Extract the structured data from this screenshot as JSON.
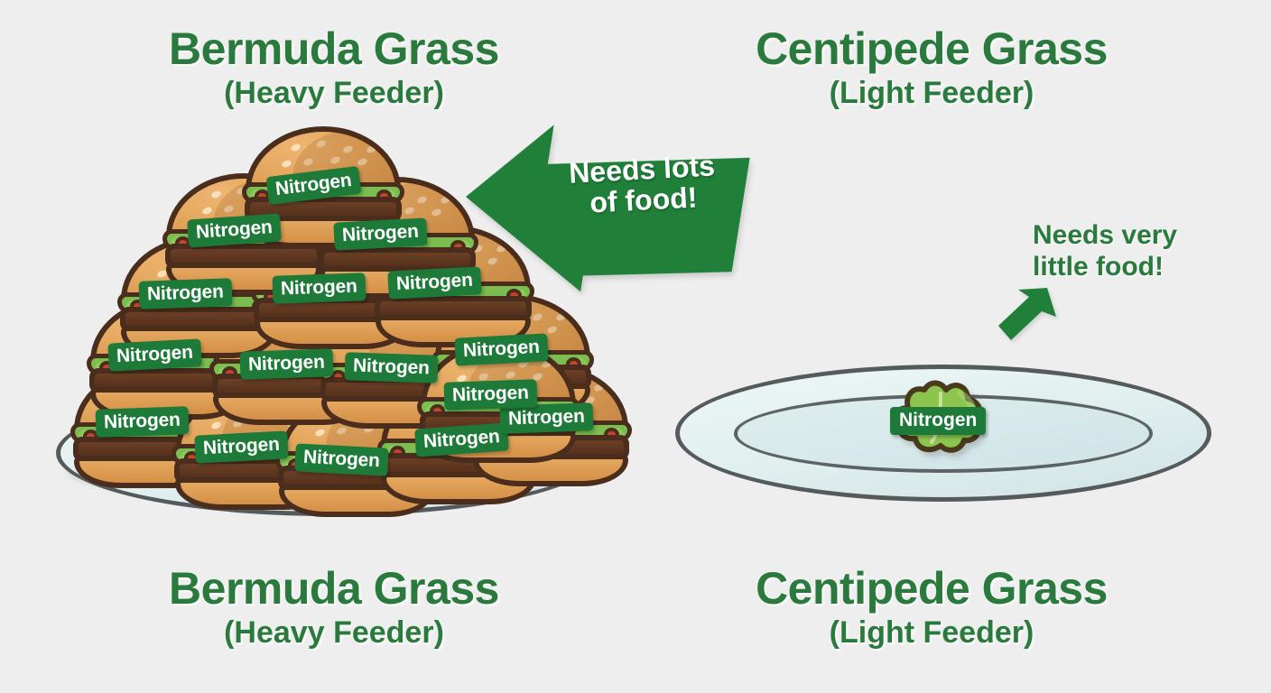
{
  "background_color": "#eeeeee",
  "colors": {
    "heading_green": "#2b7a3d",
    "arrow_green": "#1f7a38",
    "badge_green": "#1e7a38",
    "bun": "#e5a85f",
    "outline_brown": "#4a2d1c",
    "plate_fill": "#dfeeee",
    "plate_rim": "#555b5d"
  },
  "left_panel": {
    "title": {
      "main": "Bermuda Grass",
      "sub": "(Heavy Feeder)"
    },
    "footer": {
      "main": "Bermuda Grass",
      "sub": "(Heavy Feeder)"
    },
    "callout": {
      "line1": "Needs lots",
      "line2": "of food!",
      "arrow_direction": "left"
    },
    "plate_contents": "pile-of-burgers",
    "burger_count": 16,
    "burger_label": "Nitrogen",
    "burger_labels": [
      "Nitrogen",
      "Nitrogen",
      "Nitrogen",
      "Nitrogen",
      "Nitrogen",
      "Nitrogen",
      "Nitrogen",
      "Nitrogen",
      "Nitrogen",
      "Nitrogen",
      "Nitrogen",
      "Nitrogen",
      "Nitrogen",
      "Nitrogen",
      "Nitrogen",
      "Nitrogen"
    ]
  },
  "right_panel": {
    "title": {
      "main": "Centipede Grass",
      "sub": "(Light Feeder)"
    },
    "footer": {
      "main": "Centipede Grass",
      "sub": "(Light Feeder)"
    },
    "callout": {
      "line1": "Needs very",
      "line2": "little food!",
      "arrow_direction": "down-left"
    },
    "plate_contents": "single-lettuce-leaf",
    "leaf_label": "Nitrogen"
  }
}
